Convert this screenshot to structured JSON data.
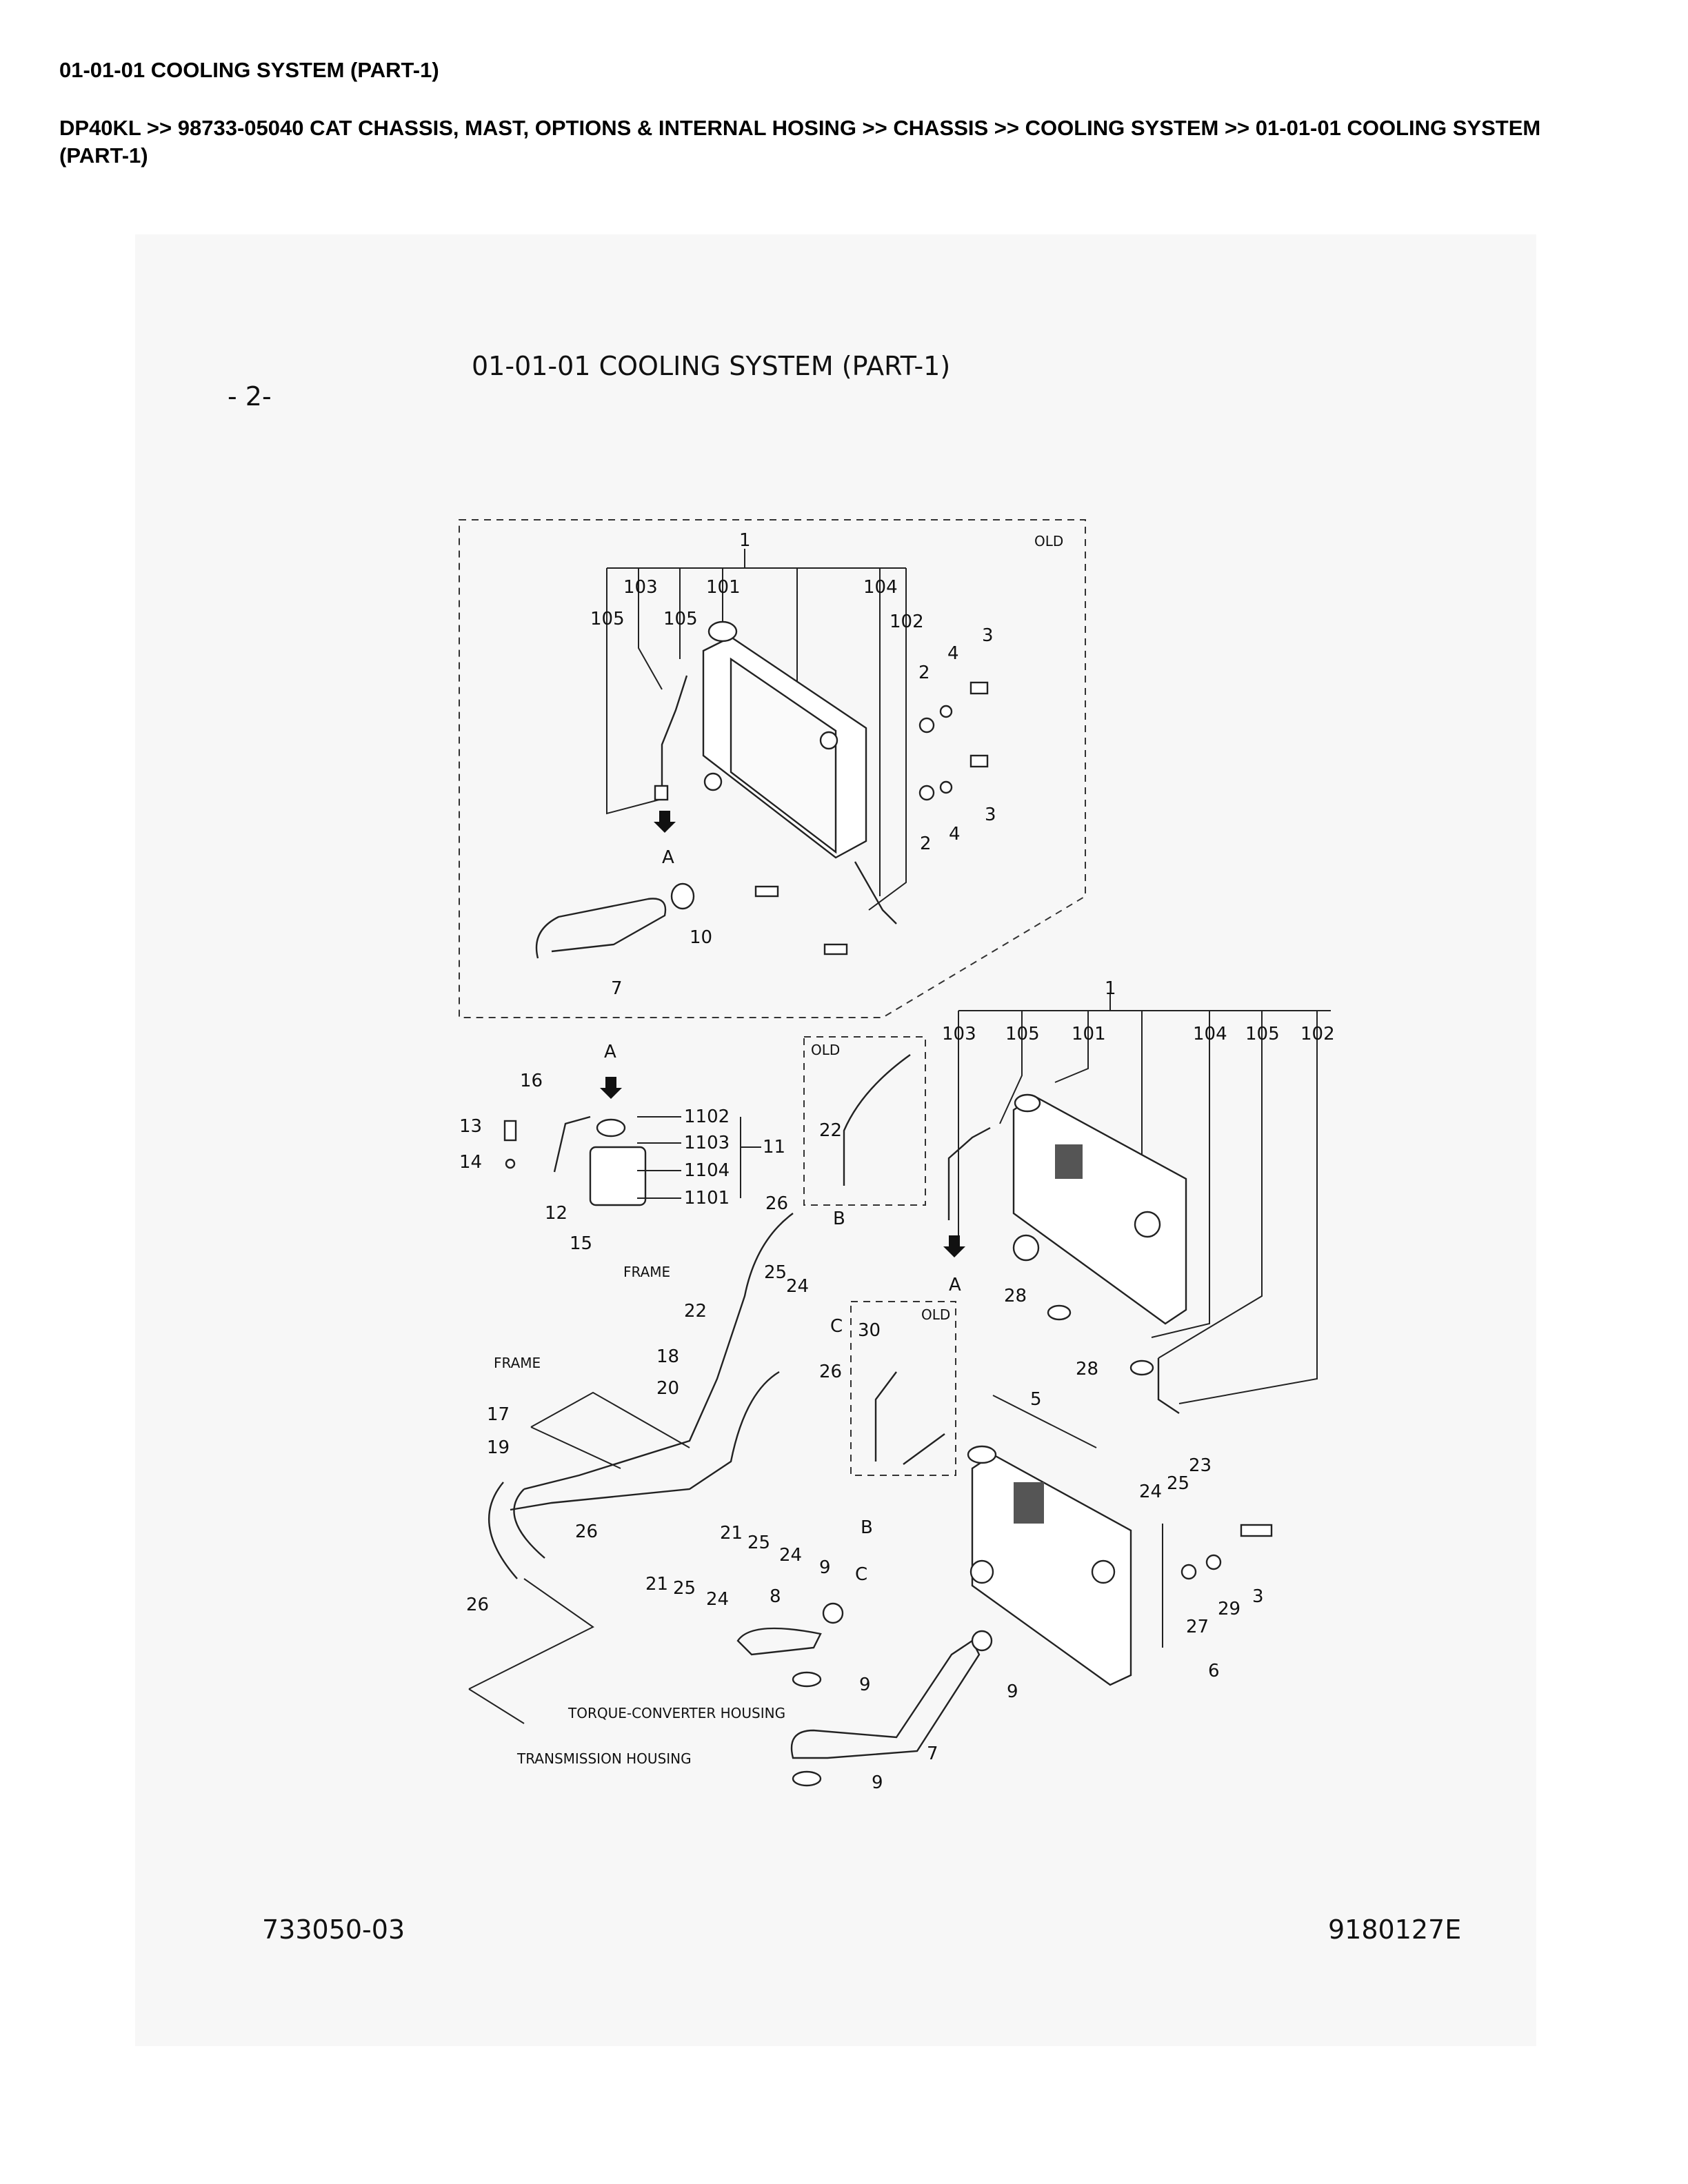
{
  "header": {
    "title": "01-01-01 COOLING SYSTEM (PART-1)",
    "breadcrumb": "DP40KL >> 98733-05040 CAT CHASSIS, MAST, OPTIONS & INTERNAL HOSING >> CHASSIS >> COOLING SYSTEM >> 01-01-01 COOLING SYSTEM (PART-1)"
  },
  "diagram": {
    "title": "01-01-01    COOLING SYSTEM (PART-1)",
    "page_mark": "- 2-",
    "footer_left": "733050-03",
    "footer_right": "9180127E",
    "notes": {
      "old_top": "OLD",
      "old_mid": "OLD",
      "old_small": "OLD",
      "frame1": "FRAME",
      "frame2": "FRAME",
      "torque": "TORQUE-CONVERTER HOUSING",
      "transmission": "TRANSMISSION HOUSING"
    },
    "callouts": [
      "1",
      "103",
      "101",
      "104",
      "105",
      "105",
      "102",
      "2",
      "4",
      "3",
      "2",
      "4",
      "3",
      "A",
      "10",
      "7",
      "1",
      "103",
      "105",
      "101",
      "104",
      "105",
      "102",
      "22",
      "A",
      "16",
      "13",
      "14",
      "1102",
      "1103",
      "1104",
      "1101",
      "11",
      "12",
      "15",
      "26",
      "B",
      "25",
      "24",
      "22",
      "C",
      "26",
      "18",
      "20",
      "17",
      "19",
      "30",
      "A",
      "28",
      "28",
      "5",
      "24",
      "25",
      "23",
      "26",
      "21",
      "25",
      "24",
      "21",
      "25",
      "24",
      "26",
      "B",
      "C",
      "9",
      "8",
      "9",
      "9",
      "7",
      "9",
      "6",
      "27",
      "29",
      "3"
    ]
  }
}
